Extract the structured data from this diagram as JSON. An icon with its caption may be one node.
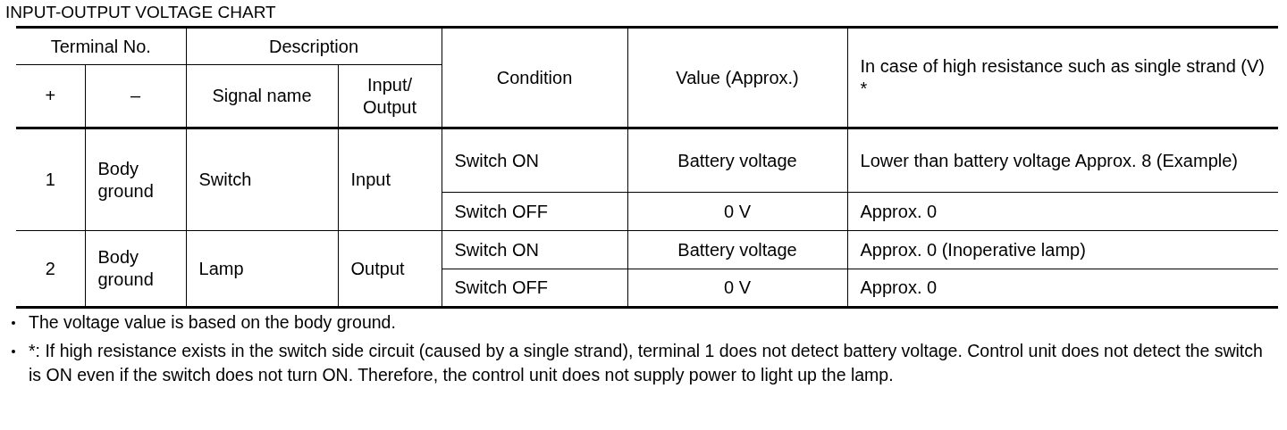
{
  "diagram": {
    "title": "INPUT-OUTPUT VOLTAGE CHART",
    "labels": [
      "Terminal No.",
      "Description",
      "Condition",
      "Value (Approx.)",
      "In case of high resistance such as single strand (V) *",
      "+",
      "–",
      "Signal name",
      "Input/ Output",
      "1",
      "Body ground",
      "Switch",
      "Input",
      "Switch ON",
      "Battery voltage",
      "Lower than battery voltage Approx. 8 (Example)",
      "Switch OFF",
      "0 V",
      "Approx. 0",
      "2",
      "Body ground",
      "Lamp",
      "Output",
      "Switch ON",
      "Battery voltage",
      "Approx. 0 (Inoperative lamp)",
      "Switch OFF",
      "0 V",
      "Approx. 0",
      "The voltage value is based on the body ground.",
      "*: If high resistance exists in the switch side circuit (caused by a single strand), terminal 1 does not detect battery voltage. Control unit does not detect the switch is ON even if the switch does not turn ON. Therefore, the control unit does not supply power to light up the lamp."
    ]
  }
}
